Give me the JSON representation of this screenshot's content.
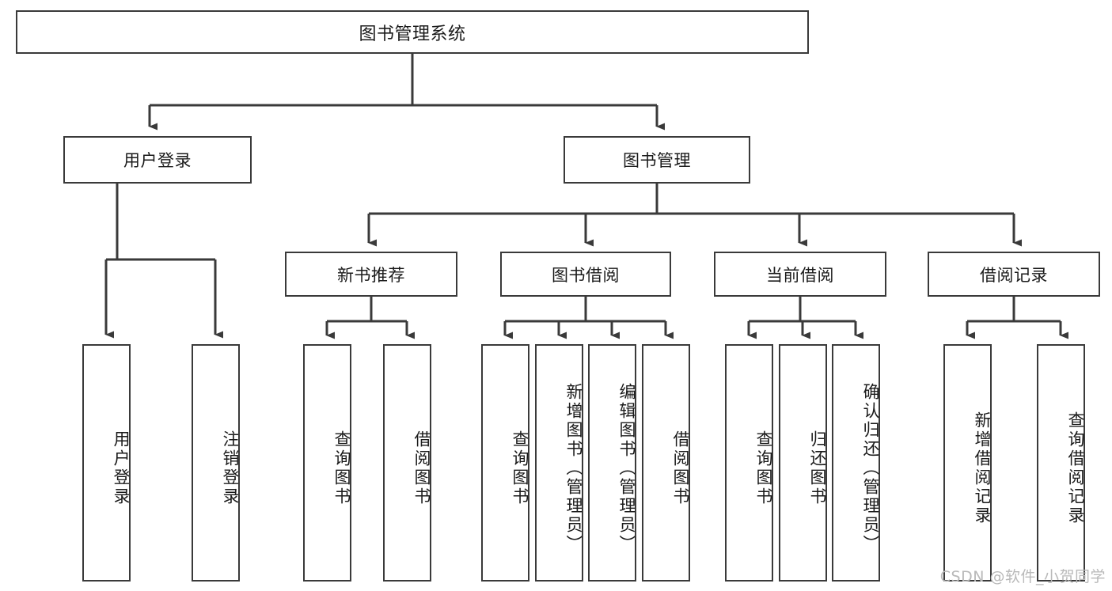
{
  "diagram": {
    "title": "图书管理系统",
    "type": "tree-hierarchy-chart",
    "line_color": "#3a3a3a",
    "node_fill": "#ffffff",
    "text_color": "#1a1a1a"
  },
  "root": {
    "label": "图书管理系统"
  },
  "level2": [
    {
      "label": "用户登录"
    },
    {
      "label": "图书管理"
    }
  ],
  "level3": [
    {
      "label": "新书推荐"
    },
    {
      "label": "图书借阅"
    },
    {
      "label": "当前借阅"
    },
    {
      "label": "借阅记录"
    }
  ],
  "leaves": {
    "user_login": [
      {
        "label": "用户登录"
      },
      {
        "label": "注销登录"
      }
    ],
    "new_book_recommend": [
      {
        "label": "查询图书"
      },
      {
        "label": "借阅图书"
      }
    ],
    "book_borrow": [
      {
        "label": "查询图书"
      },
      {
        "label": "新增图书（管理员）"
      },
      {
        "label": "编辑图书（管理员）"
      },
      {
        "label": "借阅图书"
      }
    ],
    "current_borrow": [
      {
        "label": "查询图书"
      },
      {
        "label": "归还图书"
      },
      {
        "label": "确认归还（管理员）"
      }
    ],
    "borrow_record": [
      {
        "label": "新增借阅记录"
      },
      {
        "label": "查询借阅记录"
      }
    ]
  },
  "watermark": {
    "text": "CSDN @软件_小贺同学"
  }
}
